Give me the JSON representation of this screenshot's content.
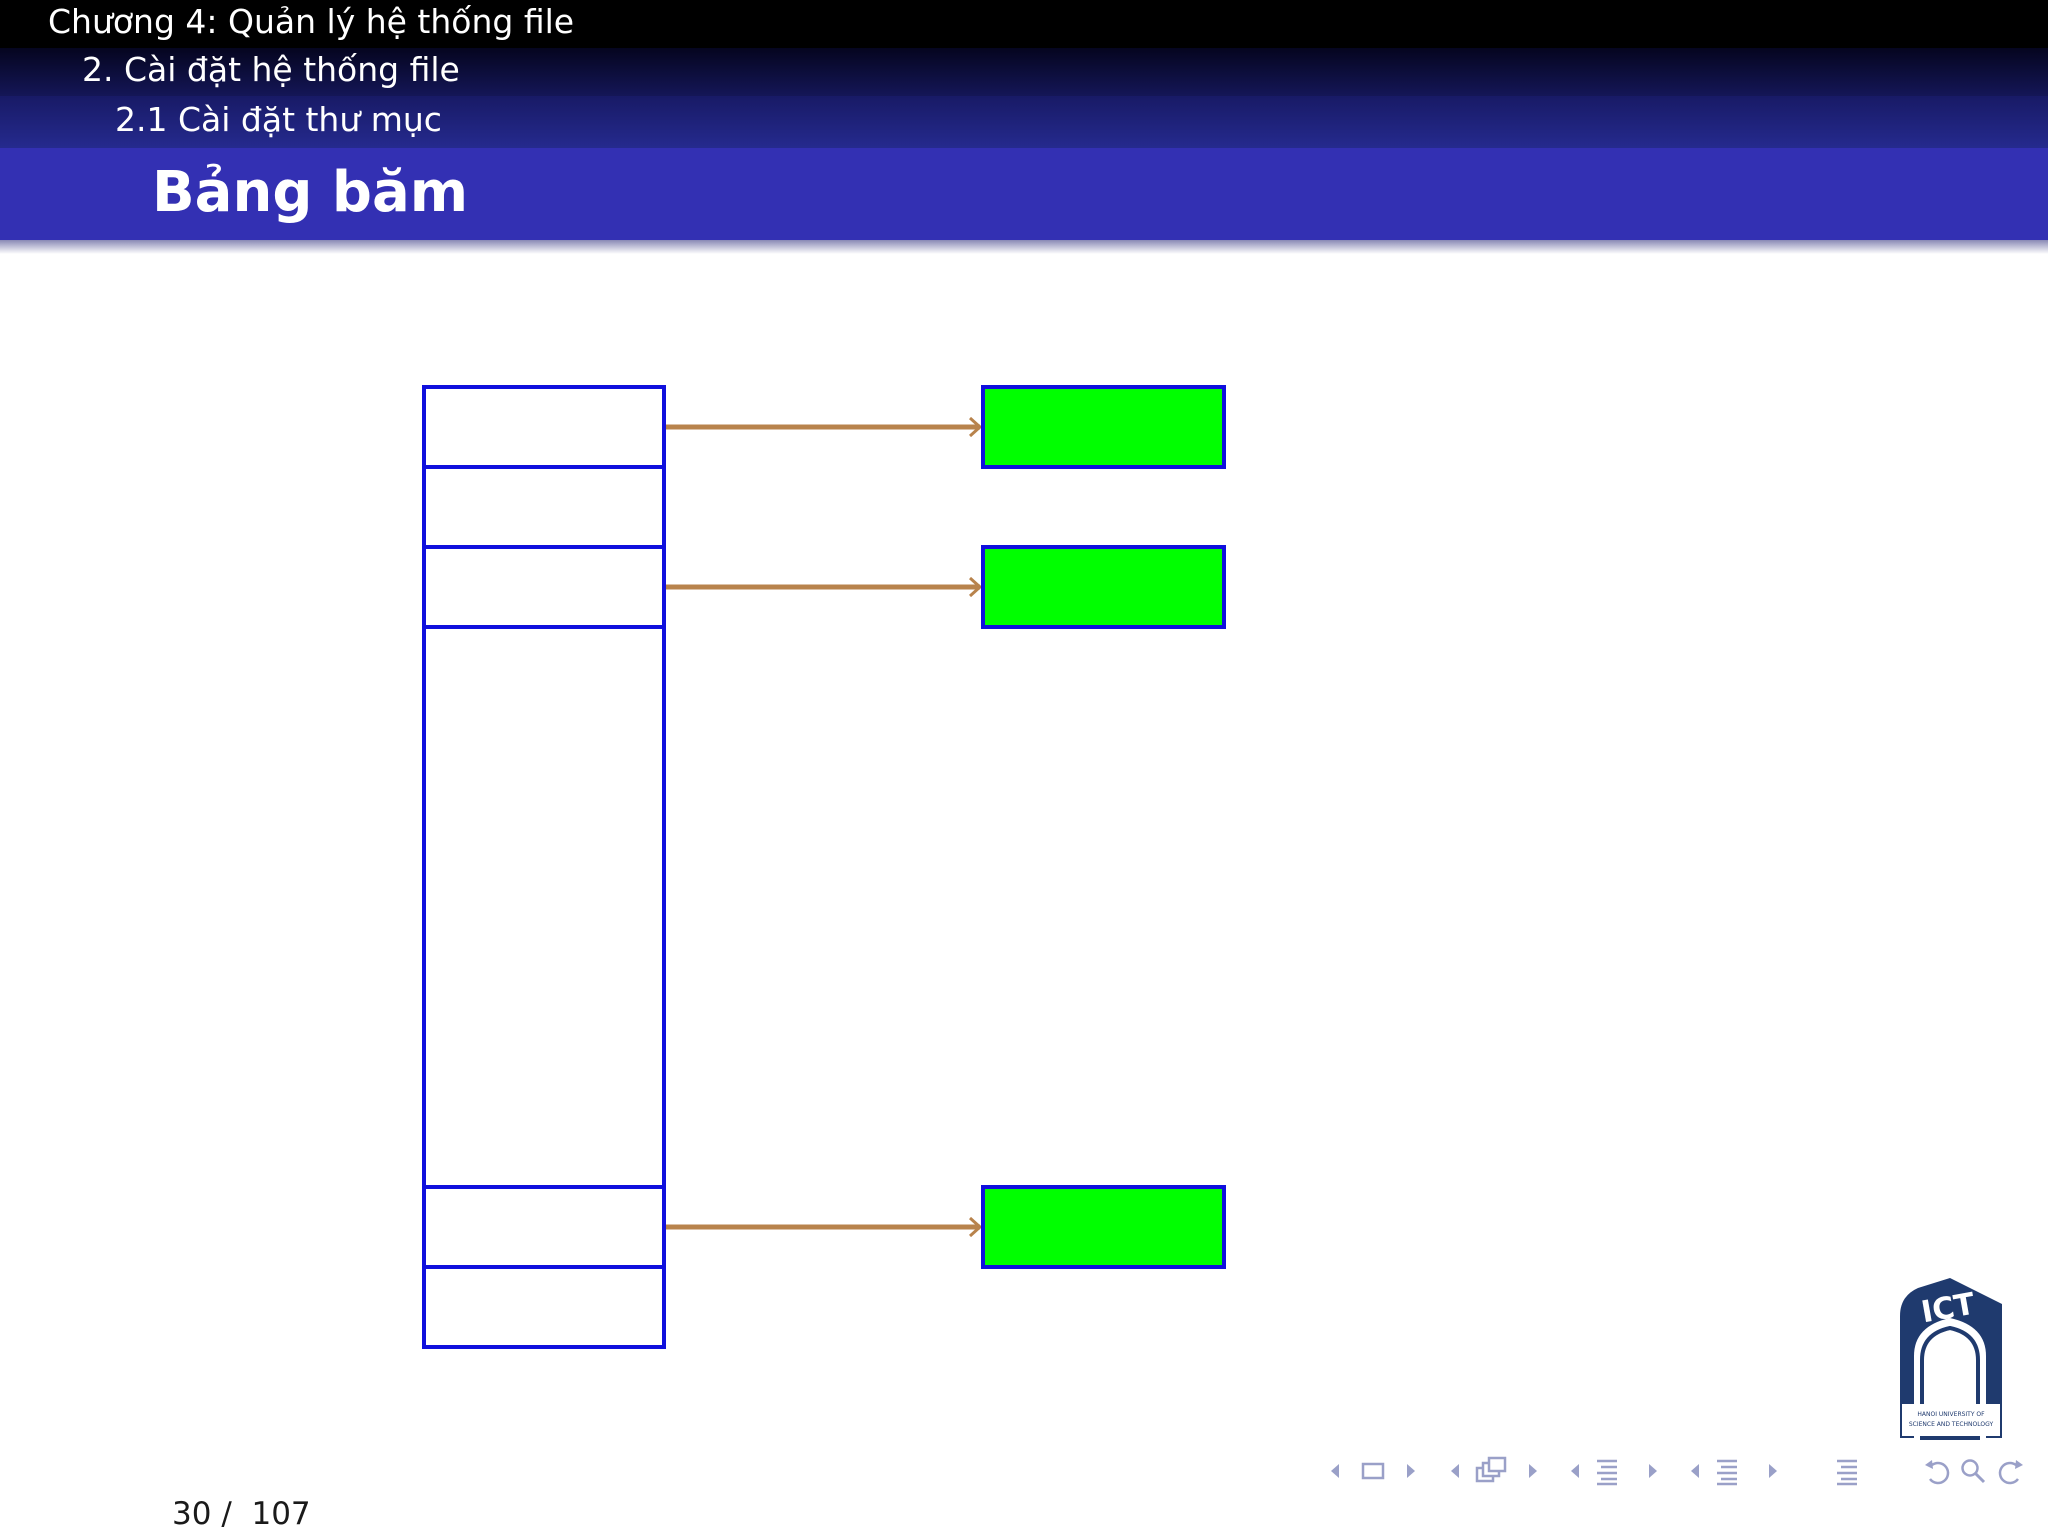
{
  "header": {
    "chapter": "Chương 4: Quản lý hệ thống file",
    "section": "2. Cài đặt hệ thống file",
    "subsection": "2.1 Cài đặt thư mục"
  },
  "slide": {
    "title": "Bảng băm"
  },
  "diagram": {
    "table_rows": 6,
    "linked_rows": [
      0,
      2,
      4
    ],
    "colors": {
      "border": "#1010dd",
      "bucket_fill": "#00ff00",
      "arrow": "#b8834c"
    }
  },
  "footer": {
    "page_current": "30",
    "page_separator": "/",
    "page_total": "107"
  },
  "nav_icons": [
    "arrow-left-icon",
    "frame-icon",
    "arrow-right-icon",
    "arrow-left-icon",
    "subsection-icon",
    "arrow-right-icon",
    "arrow-left-icon",
    "section-icon",
    "arrow-right-icon",
    "arrow-left-icon",
    "section-icon",
    "arrow-right-icon",
    "toc-icon",
    "undo-icon",
    "search-icon",
    "redo-icon"
  ],
  "logo": {
    "text": "ICT",
    "caption_line1": "HANOI UNIVERSITY OF",
    "caption_line2": "SCIENCE AND TECHNOLOGY"
  }
}
